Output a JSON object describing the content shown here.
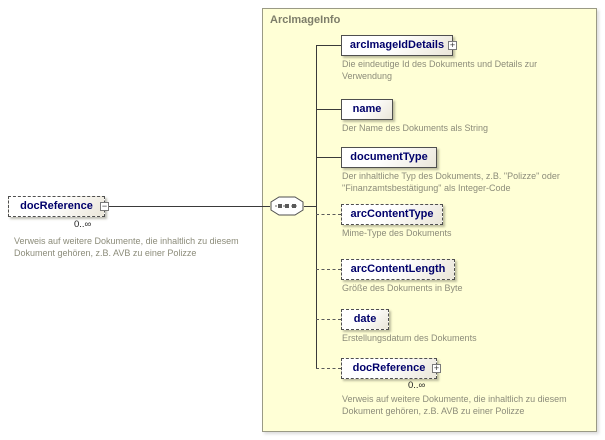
{
  "diagram": {
    "container_label": "ArcImageInfo",
    "icons": {
      "expand_glyph": "+",
      "collapse_glyph": "−"
    },
    "root": {
      "label": "docReference",
      "cardinality": "0..∞",
      "description": "Verweis auf weitere Dokumente, die inhaltlich zu diesem\nDokument gehören, z.B. AVB zu einer Polizze"
    },
    "children": [
      {
        "label": "arcImageIdDetails",
        "optional": false,
        "expandable": true,
        "description": "Die eindeutige Id des Dokuments und Details zur\nVerwendung"
      },
      {
        "label": "name",
        "optional": false,
        "expandable": false,
        "description": "Der Name des Dokuments als String"
      },
      {
        "label": "documentType",
        "optional": false,
        "expandable": false,
        "description": "Der inhaltliche Typ des Dokuments, z.B. \"Polizze\" oder\n\"Finanzamtsbestätigung\" als Integer-Code"
      },
      {
        "label": "arcContentType",
        "optional": true,
        "expandable": false,
        "description": "Mime-Type des Dokuments"
      },
      {
        "label": "arcContentLength",
        "optional": true,
        "expandable": false,
        "description": "Größe des Dokuments in Byte"
      },
      {
        "label": "date",
        "optional": true,
        "expandable": false,
        "description": "Erstellungsdatum des Dokuments"
      },
      {
        "label": "docReference",
        "optional": true,
        "expandable": true,
        "cardinality": "0..∞",
        "description": "Verweis auf weitere Dokumente, die inhaltlich zu diesem\nDokument gehören, z.B. AVB zu einer Polizze"
      }
    ],
    "colors": {
      "container_bg": "#ffffd6",
      "element_text": "#00006b",
      "description_text": "#8c8c7a"
    }
  }
}
